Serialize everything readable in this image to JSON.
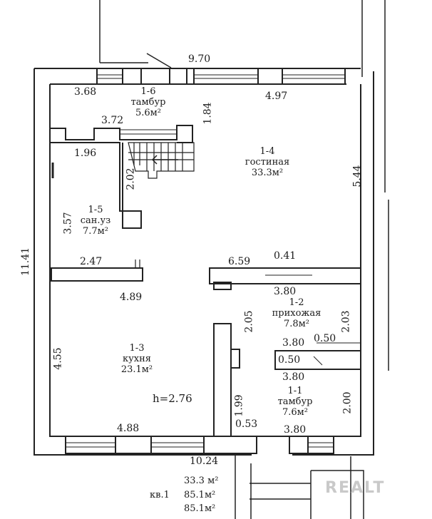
{
  "dimensions": {
    "d_9_70": "9.70",
    "d_3_68": "3.68",
    "d_4_97": "4.97",
    "d_1_84": "1.84",
    "d_3_72": "3.72",
    "d_1_96": "1.96",
    "d_2_02": "2.02",
    "d_5_44": "5.44",
    "d_3_57": "3.57",
    "d_11_41": "11.41",
    "d_2_47": "2.47",
    "d_6_59": "6.59",
    "d_0_41": "0.41",
    "d_4_89": "4.89",
    "d_3_80_a": "3.80",
    "d_2_05": "2.05",
    "d_2_03": "2.03",
    "d_3_80_b": "3.80",
    "d_0_50_a": "0.50",
    "d_0_50_b": "0.50",
    "d_3_80_c": "3.80",
    "d_4_55": "4.55",
    "d_1_99": "1.99",
    "d_2_00": "2.00",
    "d_4_88": "4.88",
    "d_0_53": "0.53",
    "d_3_80_d": "3.80",
    "d_10_24": "10.24"
  },
  "rooms": {
    "r16": {
      "num": "1-6",
      "name": "тамбур",
      "area": "5.6м²"
    },
    "r14": {
      "num": "1-4",
      "name": "гостиная",
      "area": "33.3м²"
    },
    "r15": {
      "num": "1-5",
      "name": "сан.уз",
      "area": "7.7м²"
    },
    "r12": {
      "num": "1-2",
      "name": "прихожая",
      "area": "7.8м²"
    },
    "r13": {
      "num": "1-3",
      "name": "кухня",
      "area": "23.1м²"
    },
    "r11": {
      "num": "1-1",
      "name": "тамбур",
      "area": "7.6м²"
    }
  },
  "height_note": "h=2.76",
  "summary": {
    "living_area": "33.3 м²",
    "apartment": "кв.1",
    "total1": "85.1м²",
    "total2": "85.1м²"
  },
  "watermark": "REALT"
}
